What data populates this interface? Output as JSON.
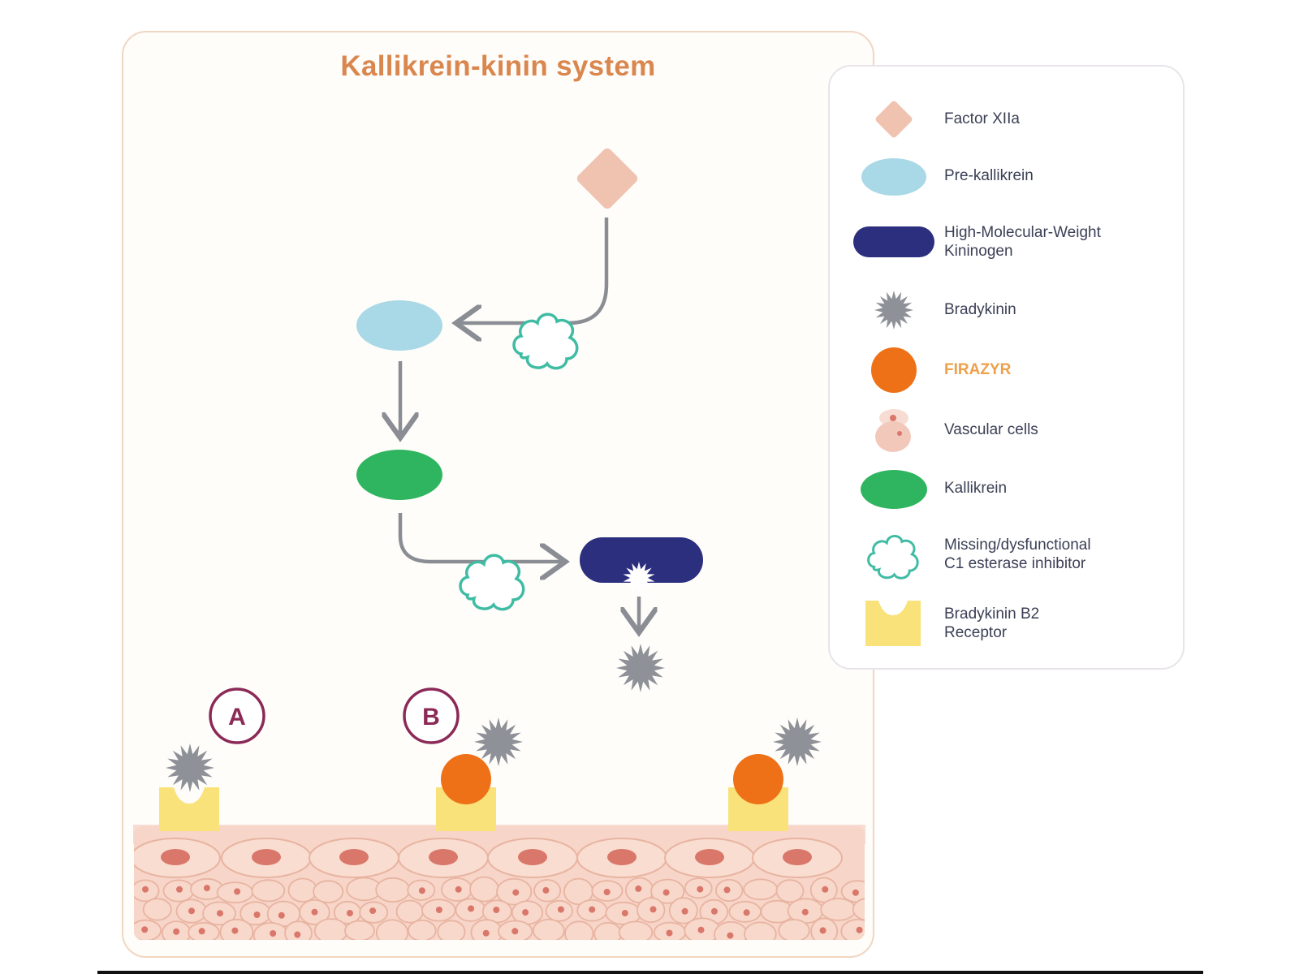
{
  "title": "Kallikrein-kinin system",
  "legend": {
    "items": [
      {
        "label": "Factor XIIa",
        "icon": "diamond-icon"
      },
      {
        "label": "Pre-kallikrein",
        "icon": "oval-icon"
      },
      {
        "label": "High-Molecular-Weight\nKininogen",
        "icon": "capsule-icon"
      },
      {
        "label": "Bradykinin",
        "icon": "starburst-icon"
      },
      {
        "label": "FIRAZYR",
        "icon": "circle-icon"
      },
      {
        "label": "Vascular cells",
        "icon": "cell-icon"
      },
      {
        "label": "Kallikrein",
        "icon": "oval-icon"
      },
      {
        "label": "Missing/dysfunctional\nC1 esterase inhibitor",
        "icon": "cloud-icon"
      },
      {
        "label": "Bradykinin B2\nReceptor",
        "icon": "receptor-icon"
      }
    ]
  },
  "markers": {
    "a": "A",
    "b": "B"
  },
  "colors": {
    "factor_xiia": "#efc3b0",
    "pre_kallikrein": "#a9d8e6",
    "kininogen": "#2b2f7e",
    "bradykinin": "#8e9197",
    "firazyr": "#ee7118",
    "kallikrein": "#2fb560",
    "c1_inhibitor": "#3fbca3",
    "receptor": "#f9e27a",
    "title": "#d9874f",
    "marker": "#8b2a57",
    "arrow": "#8a8d93"
  }
}
